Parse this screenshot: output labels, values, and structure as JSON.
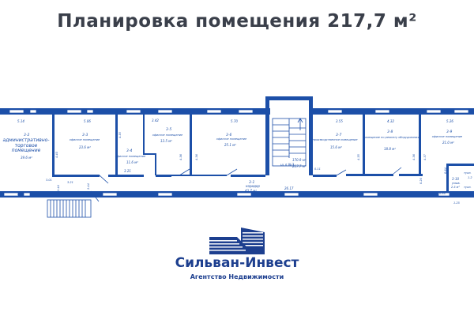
{
  "title": "Планировка помещения 217,7 м²",
  "plan": {
    "rooms": [
      {
        "id": "3-2",
        "name": "административно-торговое помещение",
        "area": "39.6 м²",
        "width": "5.14"
      },
      {
        "id": "3-3",
        "name": "офисное помещение",
        "area": "23.6 м²",
        "width": "5.06"
      },
      {
        "id": "3-4",
        "name": "офисное помещение",
        "area": "11.6 м²",
        "width": "3.21"
      },
      {
        "id": "3-5",
        "name": "офисное помещение",
        "area": "13.5 м²",
        "width": "3.42"
      },
      {
        "id": "3-6",
        "name": "офисное помещение",
        "area": "25.1 м²",
        "width": "5.70"
      },
      {
        "id": "3-7",
        "name": "производственное помещение",
        "area": "15.6 м²",
        "width": "3.55"
      },
      {
        "id": "3-8",
        "name": "помещение по ремонту оборудования",
        "area": "18.8 м²",
        "width": "4.32"
      },
      {
        "id": "3-9",
        "name": "офисное помещение",
        "area": "21.0 м²",
        "width": "5.26"
      },
      {
        "id": "3-1",
        "name": "коридор",
        "area": "43.7 м²",
        "width": "26.17"
      },
      {
        "id": "3-10",
        "name": "умыв.",
        "area": "2.5 м²",
        "width": "1.25"
      }
    ],
    "dims": [
      "4.40",
      "3.21",
      "4.35",
      "4.36",
      "4.36",
      "4.35",
      "4.36",
      "4.37",
      "0.11",
      "0.20",
      "5.15",
      "3.01",
      "1.44",
      "1.44",
      "0.86",
      "0.64"
    ],
    "stair": {
      "label": "ш.л.№3",
      "area_a": "170.9 м²",
      "area_b": "217.7 м²"
    },
    "wc": [
      "туал.",
      "1.2",
      "туал.",
      "1.2"
    ]
  },
  "brand": {
    "name": "Сильван-Инвест",
    "tagline": "Агентство Недвижимости",
    "color": "#1d3f8f"
  }
}
